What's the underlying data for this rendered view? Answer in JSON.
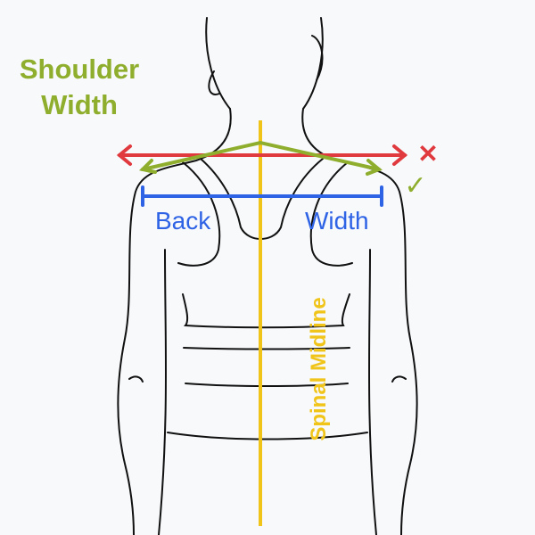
{
  "labels": {
    "shoulder_width_line1": "Shoulder",
    "shoulder_width_line2": "Width",
    "back": "Back",
    "width": "Width",
    "spinal_midline": "Spinal Midline"
  },
  "marks": {
    "incorrect": "✕",
    "correct": "✓"
  },
  "colors": {
    "shoulder": "#8fae2d",
    "back_width": "#2f63e6",
    "spine": "#f0c419",
    "incorrect": "#e0393e",
    "outline": "#111111"
  }
}
